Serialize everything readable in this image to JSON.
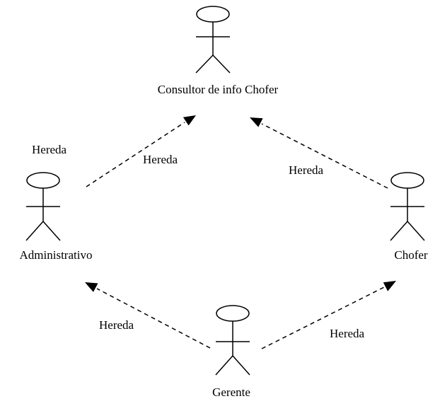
{
  "diagram": {
    "actors": {
      "consultor": {
        "label": "Consultor de info Chofer"
      },
      "administrativo": {
        "label": "Administrativo"
      },
      "chofer": {
        "label": "Chofer"
      },
      "gerente": {
        "label": "Gerente"
      }
    },
    "labels": {
      "hereda_top_left_outer": "Hereda",
      "hereda_top_left": "Hereda",
      "hereda_top_right": "Hereda",
      "hereda_bottom_left": "Hereda",
      "hereda_bottom_right": "Hereda"
    }
  }
}
